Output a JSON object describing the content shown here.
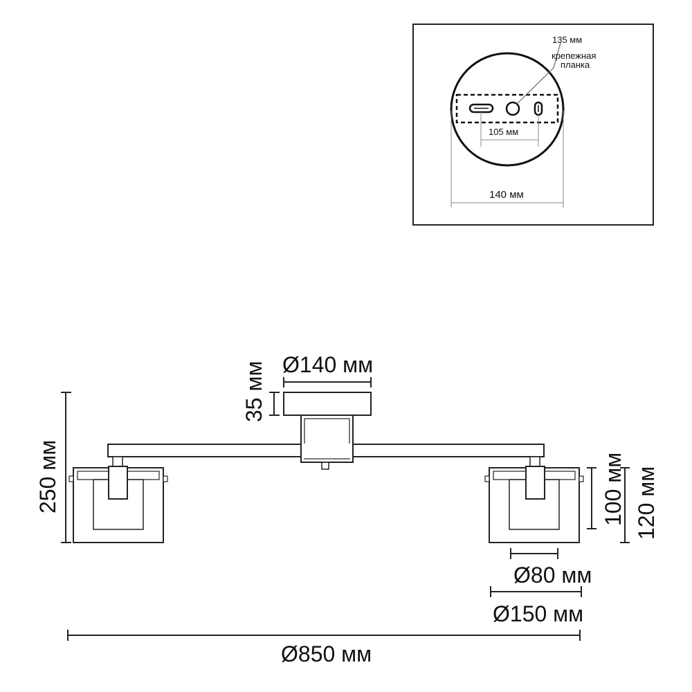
{
  "inset": {
    "label_135": "135 мм",
    "label_mount": "крепежная",
    "label_mount2": "планка",
    "label_105": "105 мм",
    "label_140": "140 мм"
  },
  "main": {
    "dim_canopy_diameter": "Ø140 мм",
    "dim_canopy_height": "35 мм",
    "dim_total_height": "250 мм",
    "dim_shade_height_inner": "100 мм",
    "dim_shade_height_outer": "120 мм",
    "dim_shade_inner_diameter": "Ø80 мм",
    "dim_shade_outer_diameter": "Ø150 мм",
    "dim_total_width": "Ø850 мм"
  },
  "colors": {
    "line": "#222222",
    "frame": "#222222"
  }
}
